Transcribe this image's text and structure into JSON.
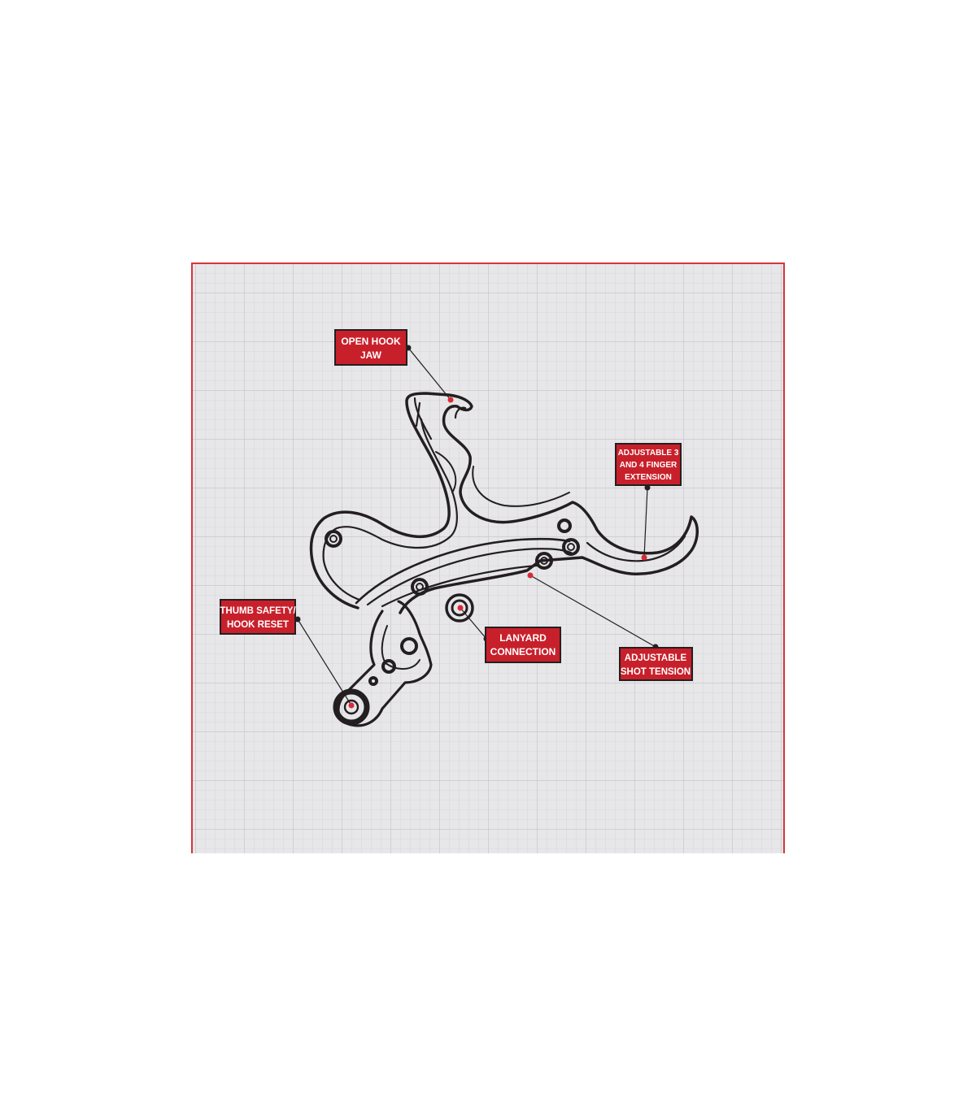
{
  "colors": {
    "frame_border": "#d6343d",
    "grid_background": "#e7e6e8",
    "grid_fine": "#d4d3d6",
    "grid_major": "#c3c2c6",
    "label_fill": "#c8202b",
    "label_border": "#231f20",
    "line": "#231f20",
    "marker": "#d62c36"
  },
  "callouts": {
    "open_hook_jaw": {
      "line1": "OPEN HOOK",
      "line2": "JAW"
    },
    "finger_extension": {
      "line1": "ADJUSTABLE 3",
      "line2": "AND 4 FINGER",
      "line3": "EXTENSION"
    },
    "thumb_safety": {
      "line1": "THUMB SAFETY/",
      "line2": "HOOK RESET"
    },
    "lanyard": {
      "line1": "LANYARD",
      "line2": "CONNECTION"
    },
    "shot_tension": {
      "line1": "ADJUSTABLE",
      "line2": "SHOT TENSION"
    }
  }
}
